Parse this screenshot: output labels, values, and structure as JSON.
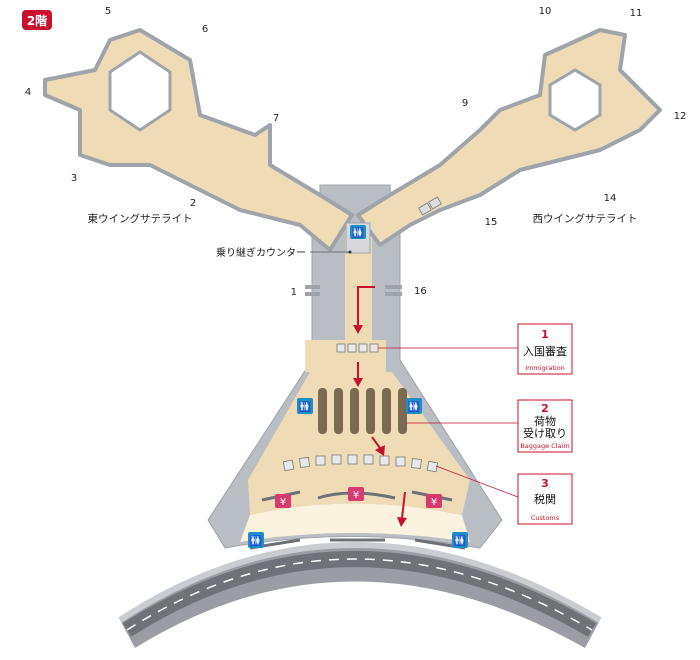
{
  "floor_label": "2階",
  "gates": {
    "g1": "1",
    "g2": "2",
    "g3": "3",
    "g4": "4",
    "g5": "5",
    "g6": "6",
    "g7": "7",
    "g9": "9",
    "g10": "10",
    "g11": "11",
    "g12": "12",
    "g14": "14",
    "g15": "15",
    "g16": "16"
  },
  "labels": {
    "east_wing": "東ウイングサテライト",
    "west_wing": "西ウイングサテライト",
    "transfer_counter": "乗り継ぎカウンター"
  },
  "steps": [
    {
      "number": "1",
      "title": "入国審査",
      "subtitle": "Immigration"
    },
    {
      "number": "2",
      "title": "荷物",
      "title2": "受け取り",
      "subtitle": "Baggage Claim"
    },
    {
      "number": "3",
      "title": "税関",
      "subtitle": "Customs"
    }
  ],
  "icons": {
    "restroom": "restroom-icon",
    "currency_exchange": "yen-exchange-icon",
    "currency_symbol": "¥"
  },
  "colors": {
    "accent_red": "#c8102e",
    "terminal_gray": "#b9bdc4",
    "concourse_beige": "#efdcb6",
    "restroom_blue": "#1e8fc6",
    "exchange_pink": "#d83a6e",
    "carousel_brown": "#7a6a52"
  }
}
